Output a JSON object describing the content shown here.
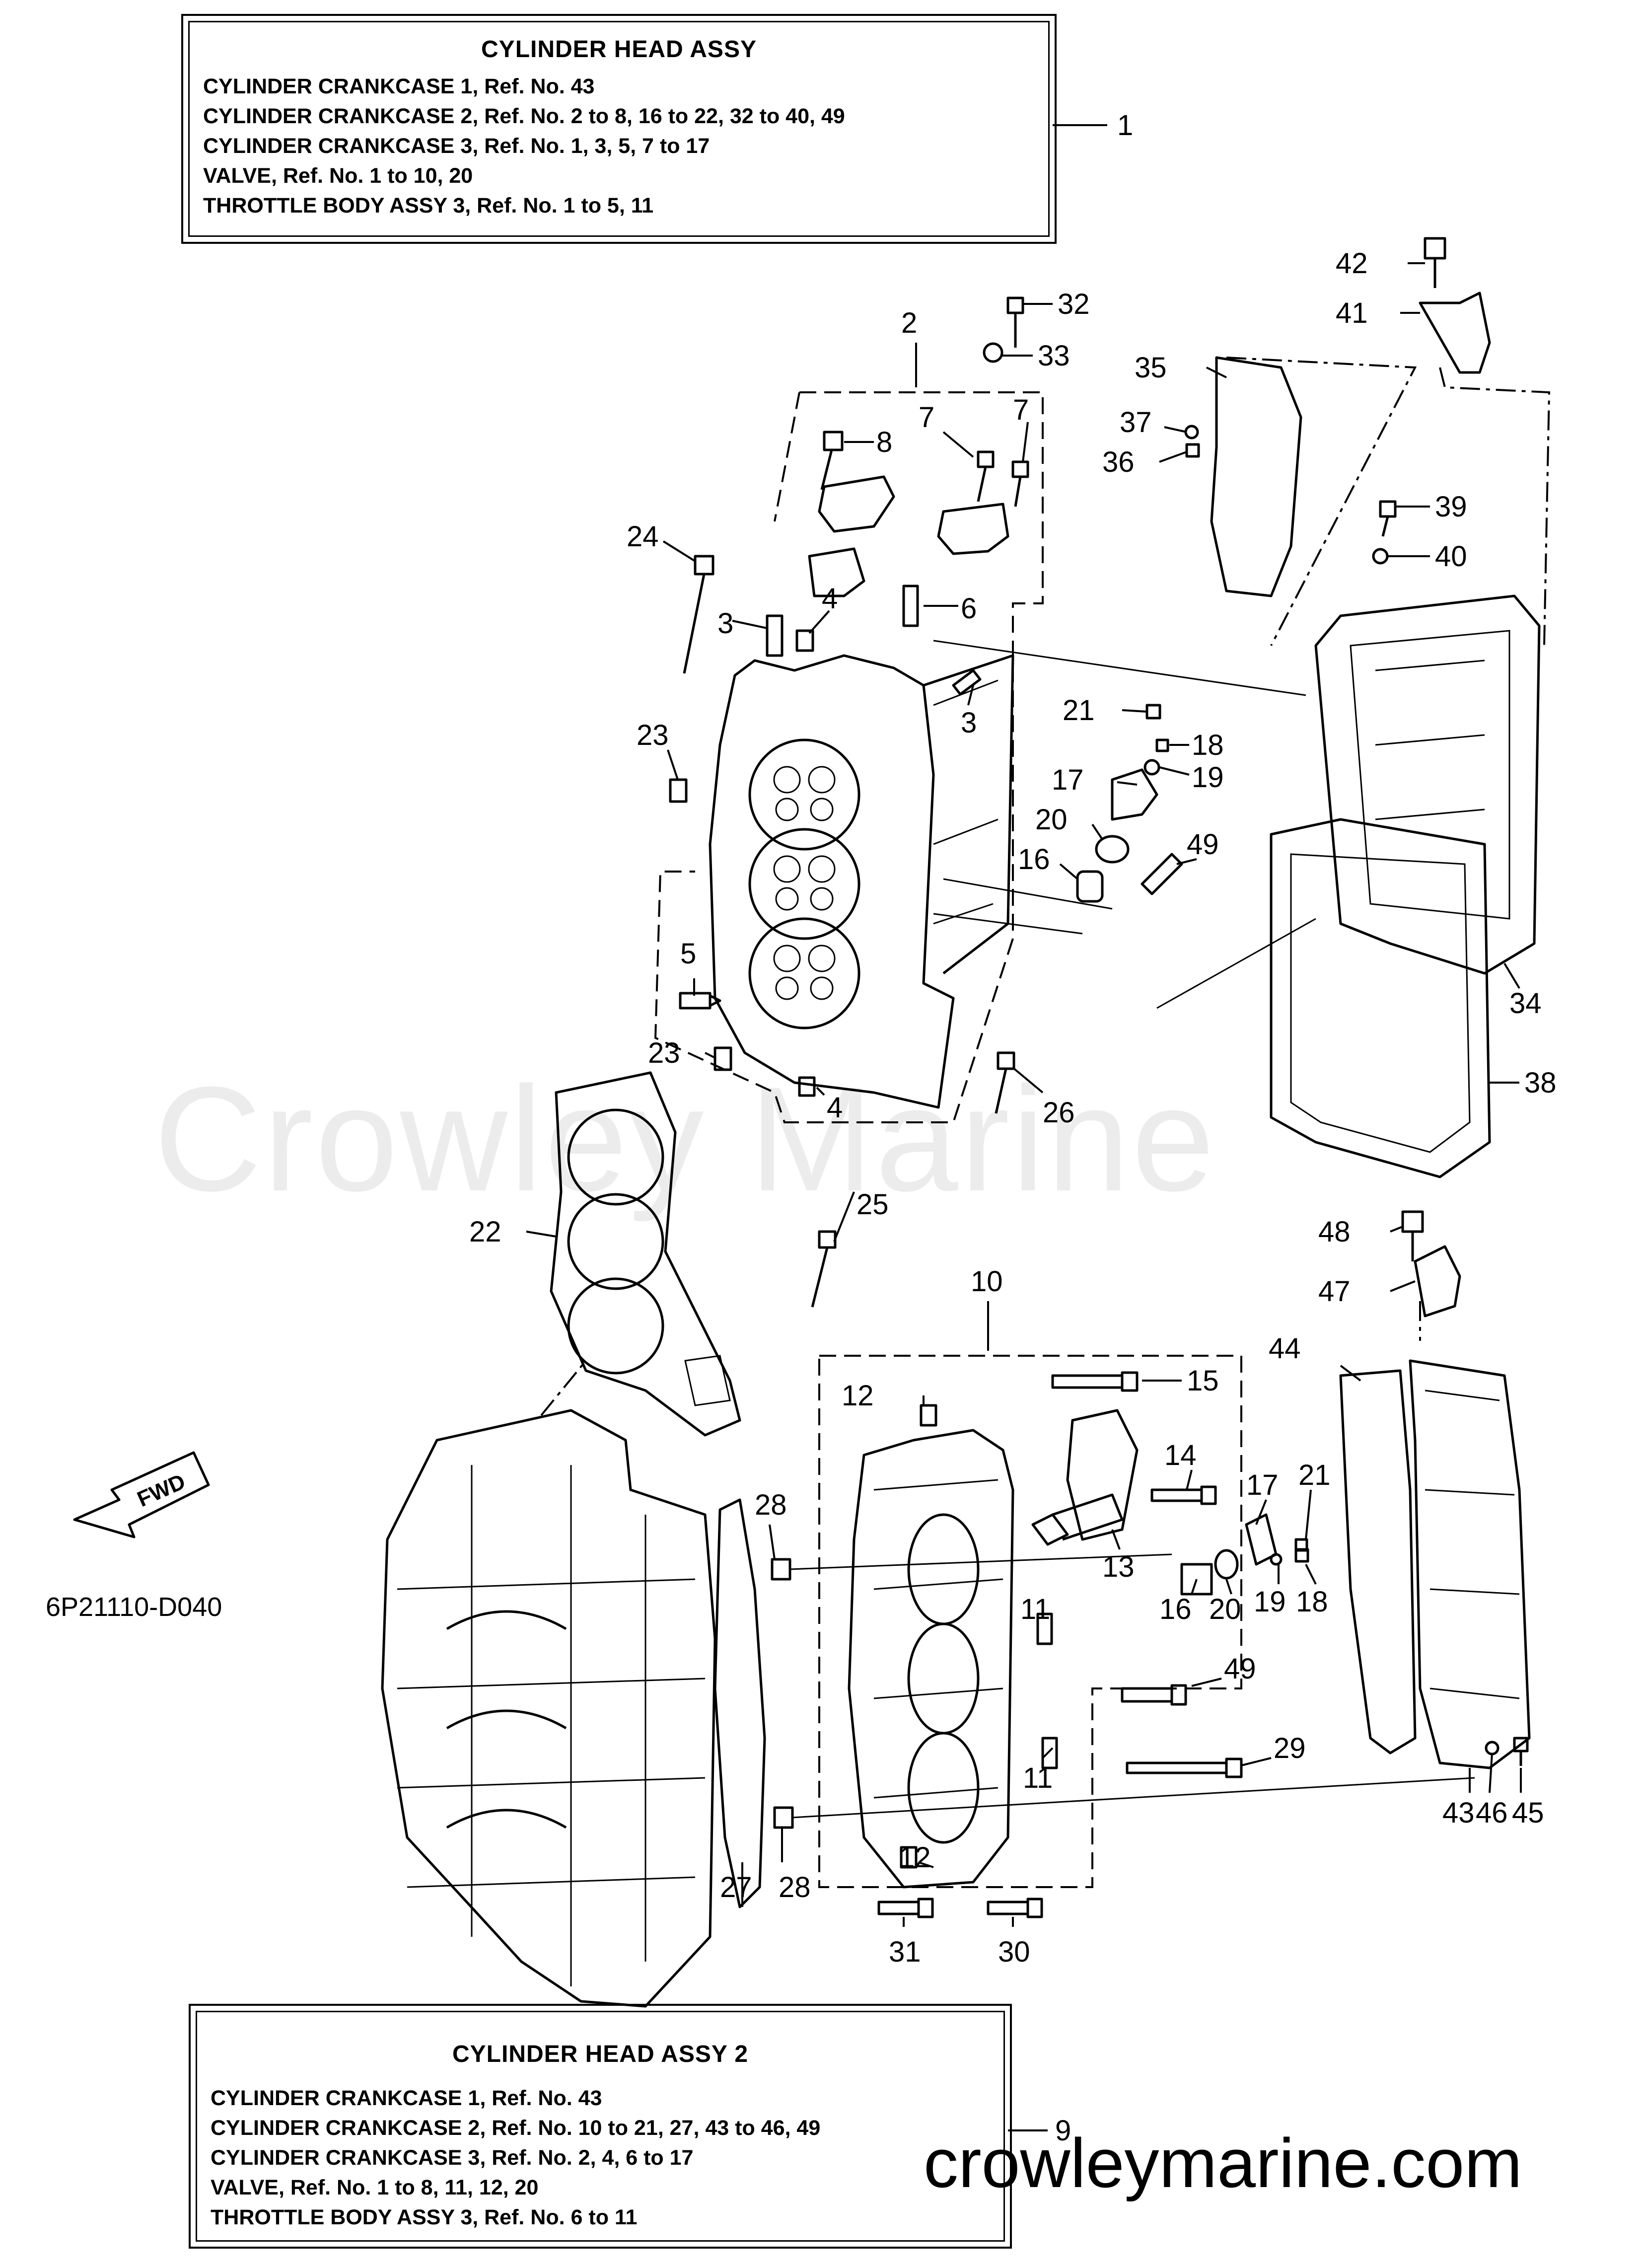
{
  "top_box": {
    "title": "CYLINDER HEAD ASSY",
    "lines": [
      "CYLINDER CRANKCASE 1,  Ref. No. 43",
      "CYLINDER CRANKCASE 2,  Ref. No. 2 to 8, 16 to 22, 32 to 40, 49",
      "CYLINDER CRANKCASE 3,  Ref. No. 1, 3, 5, 7 to 17",
      "VALVE,  Ref. No. 1 to 10, 20",
      "THROTTLE BODY ASSY 3,   Ref. No. 1 to 5, 11"
    ],
    "ref": "1"
  },
  "bottom_box": {
    "title": "CYLINDER HEAD   ASSY 2",
    "lines": [
      "CYLINDER CRANKCASE 1,  Ref. No. 43",
      "CYLINDER CRANKCASE 2,  Ref. No. 10 to 21, 27, 43 to 46, 49",
      "CYLINDER CRANKCASE 3,  Ref. No. 2, 4, 6 to 17",
      "VALVE,  Ref. No. 1 to 8, 11, 12, 20",
      "THROTTLE BODY ASSY 3,   Ref. No. 6 to 11"
    ],
    "ref": "9"
  },
  "watermark": "Crowley Marine",
  "website": "crowleymarine.com",
  "diagram_code": "6P21110-D040",
  "fwd_label": "FWD",
  "callouts": {
    "c2": "2",
    "c3a": "3",
    "c3b": "3",
    "c4a": "4",
    "c4b": "4",
    "c5": "5",
    "c6": "6",
    "c7a": "7",
    "c7b": "7",
    "c8": "8",
    "c10": "10",
    "c11a": "11",
    "c11b": "11",
    "c12a": "12",
    "c12b": "12",
    "c13": "13",
    "c14": "14",
    "c15": "15",
    "c16a": "16",
    "c16b": "16",
    "c17a": "17",
    "c17b": "17",
    "c18a": "18",
    "c18b": "18",
    "c19a": "19",
    "c19b": "19",
    "c20a": "20",
    "c20b": "20",
    "c21a": "21",
    "c21b": "21",
    "c22": "22",
    "c23a": "23",
    "c23b": "23",
    "c24": "24",
    "c25": "25",
    "c26": "26",
    "c27": "27",
    "c28a": "28",
    "c28b": "28",
    "c29": "29",
    "c30": "30",
    "c31": "31",
    "c32": "32",
    "c33": "33",
    "c34": "34",
    "c35": "35",
    "c36": "36",
    "c37": "37",
    "c38": "38",
    "c39": "39",
    "c40": "40",
    "c41": "41",
    "c42": "42",
    "c43": "43",
    "c44": "44",
    "c45": "45",
    "c46": "46",
    "c47": "47",
    "c48": "48",
    "c49a": "49",
    "c49b": "49"
  }
}
